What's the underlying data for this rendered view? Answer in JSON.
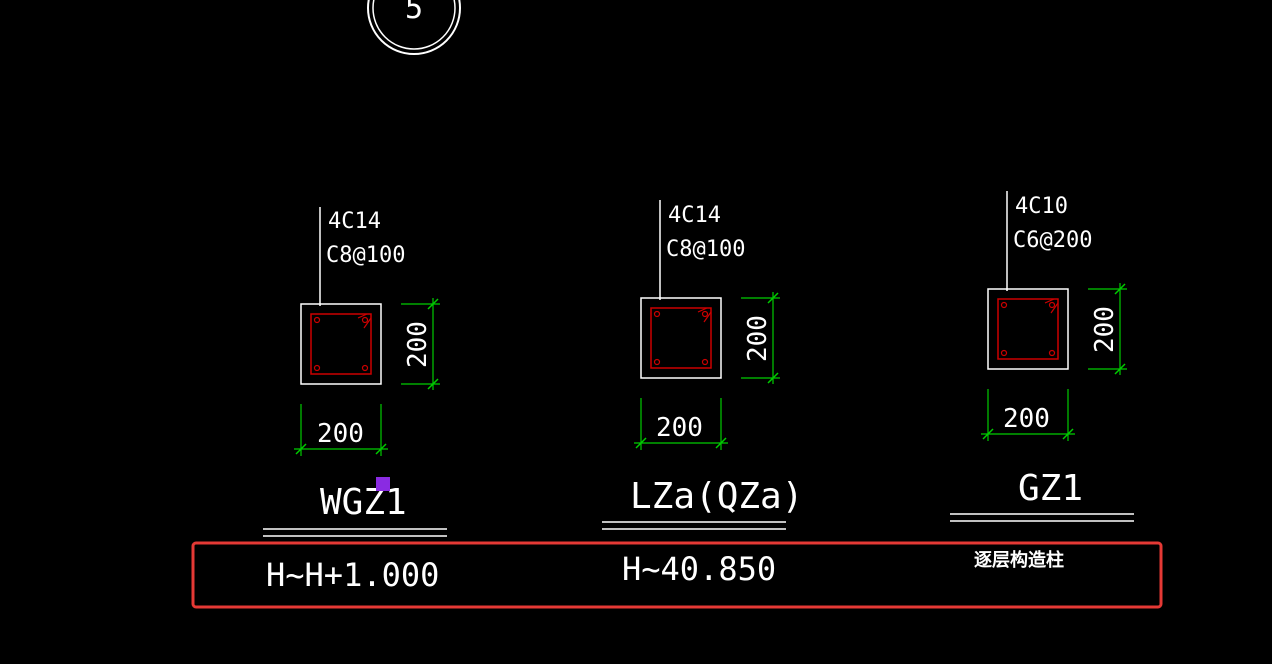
{
  "colors": {
    "background": "#000000",
    "outline": "#ffffff",
    "rebar": "#cc0000",
    "dimension": "#00cc00",
    "highlight_box": "#e53935",
    "grip_marker": "#8a2be2"
  },
  "axis_bubble": {
    "label": "5"
  },
  "columns": [
    {
      "name": "WGZ1",
      "rebar_main": "4C14",
      "rebar_stirrup": "C8@100",
      "width_dim": "200",
      "height_dim": "200",
      "height_range": "H~H+1.000"
    },
    {
      "name": "LZa(QZa)",
      "rebar_main": "4C14",
      "rebar_stirrup": "C8@100",
      "width_dim": "200",
      "height_dim": "200",
      "height_range": "H~40.850"
    },
    {
      "name": "GZ1",
      "rebar_main": "4C10",
      "rebar_stirrup": "C6@200",
      "width_dim": "200",
      "height_dim": "200",
      "height_range": "逐层构造柱"
    }
  ]
}
